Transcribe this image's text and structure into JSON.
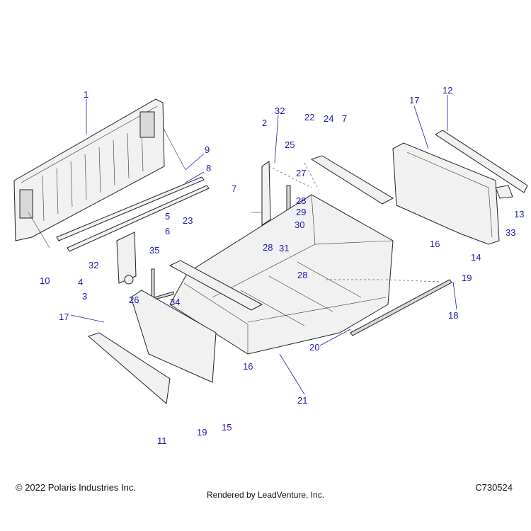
{
  "callouts": [
    "1",
    "2",
    "3",
    "4",
    "5",
    "6",
    "7",
    "7",
    "8",
    "9",
    "10",
    "11",
    "12",
    "13",
    "14",
    "15",
    "16",
    "16",
    "17",
    "17",
    "18",
    "19",
    "19",
    "20",
    "21",
    "22",
    "23",
    "24",
    "25",
    "26",
    "27",
    "28",
    "28",
    "28",
    "29",
    "30",
    "31",
    "32",
    "32",
    "33",
    "34",
    "35"
  ],
  "footer": {
    "copyright": "© 2022 Polaris Industries Inc.",
    "rendered_by": "Rendered by LeadVenture, Inc.",
    "drawing_number": "C730524"
  },
  "colors": {
    "callout": "#1a1ab4",
    "line": "#222222",
    "part_fill": "#f1f1f1"
  }
}
